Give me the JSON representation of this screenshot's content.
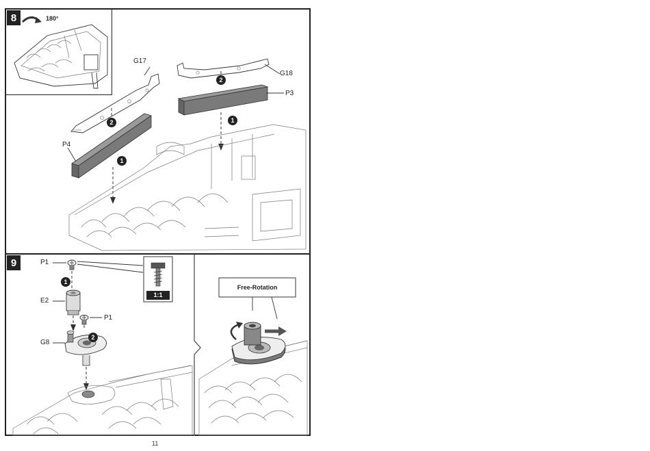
{
  "step8": {
    "number": "8",
    "rotation_label": "180°",
    "parts": {
      "g17": "G17",
      "g18": "G18",
      "p3": "P3",
      "p4": "P4"
    },
    "order": [
      "1",
      "2"
    ]
  },
  "step9": {
    "number": "9",
    "parts": {
      "p1_top": "P1",
      "e2": "E2",
      "p1_mid": "P1",
      "g8": "G8"
    },
    "scale_label": "1:1",
    "order": [
      "1",
      "2"
    ],
    "free_rotation": "Free-Rotation"
  },
  "page_number": "11",
  "colors": {
    "ink": "#222222",
    "part_fill": "#7a7a7a"
  }
}
